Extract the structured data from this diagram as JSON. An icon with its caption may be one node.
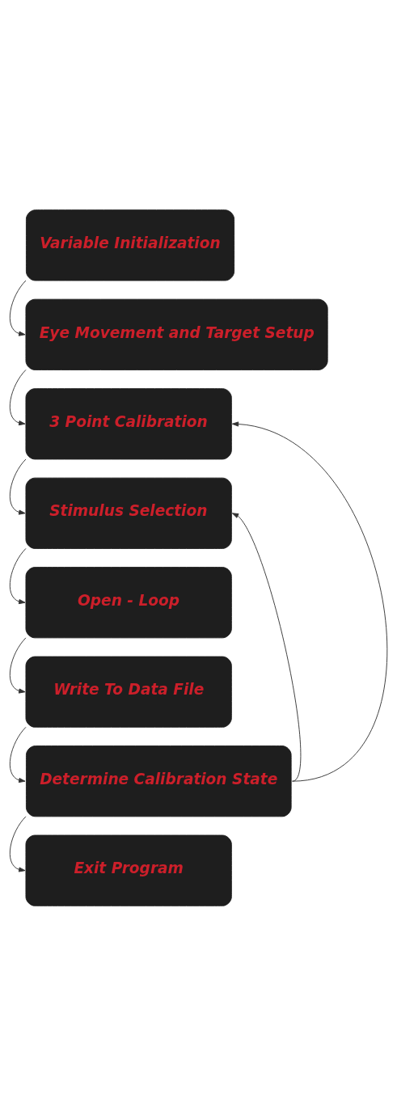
{
  "diagram": {
    "nodes": [
      {
        "text": [
          "Variable Initialization"
        ]
      },
      {
        "text": [
          "Eye Movement and Target Setup"
        ]
      },
      {
        "text": [
          "3 Point Calibration"
        ]
      },
      {
        "text": [
          "Stimulus Selection"
        ]
      },
      {
        "text": [
          "Open - Loop"
        ]
      },
      {
        "text": [
          "Write To Data File"
        ]
      },
      {
        "text": [
          "Determine Calibration State"
        ]
      },
      {
        "text": [
          "Exit Program"
        ]
      }
    ],
    "edges": [
      {
        "from": 0,
        "to": 1,
        "arrow": "to"
      },
      {
        "from": 1,
        "to": 2,
        "arrow": "to"
      },
      {
        "from": 2,
        "to": 3,
        "arrow": "to"
      },
      {
        "from": 3,
        "to": 4,
        "arrow": "to"
      },
      {
        "from": 4,
        "to": 5,
        "arrow": "to"
      },
      {
        "from": 5,
        "to": 6,
        "arrow": "to"
      },
      {
        "from": 6,
        "to": 7,
        "arrow": "to"
      },
      {
        "from": 6,
        "to": 2,
        "arrow": "to"
      },
      {
        "from": 6,
        "to": 3,
        "arrow": "to"
      }
    ]
  }
}
